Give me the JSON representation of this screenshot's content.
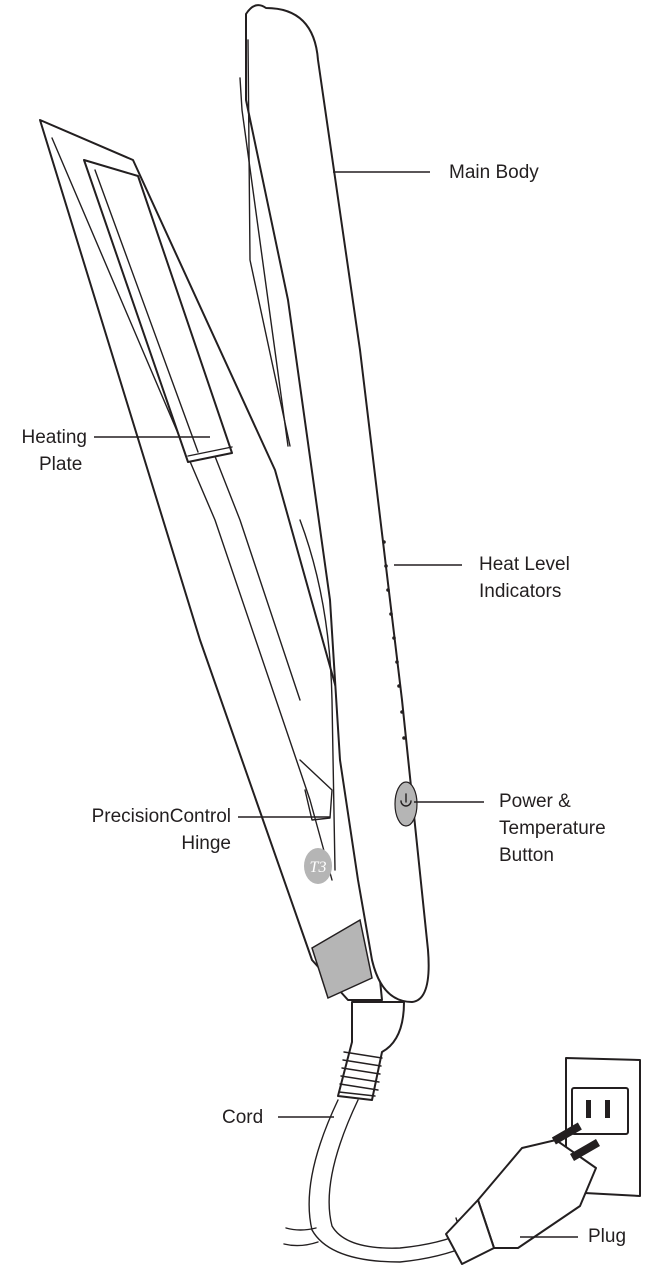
{
  "callouts": {
    "main_body": [
      "Main Body"
    ],
    "heating_plate": [
      "Heating",
      "Plate"
    ],
    "heat_level_indicators": [
      "Heat Level",
      "Indicators"
    ],
    "power_temperature_button": [
      "Power &",
      "Temperature",
      "Button"
    ],
    "precision_control_hinge": [
      "PrecisionControl",
      "Hinge"
    ],
    "cord": [
      "Cord"
    ],
    "plug": [
      "Plug"
    ]
  },
  "logo_text": "T3",
  "colors": {
    "line": "#231f20",
    "accent_gray": "#b5b5b5",
    "background": "#ffffff"
  },
  "heat_level_indicator_count": 9
}
